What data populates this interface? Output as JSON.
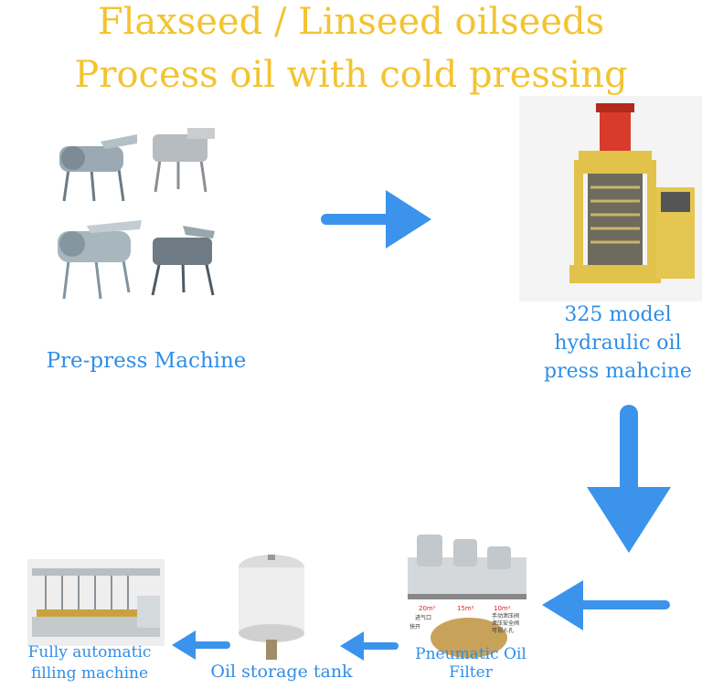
{
  "title_line1": "Flaxseed / Linseed  oilseeds",
  "title_line2": "Process oil with cold pressing",
  "steps": {
    "prepress": "Pre-press Machine",
    "hydraulic_l1": "325 model",
    "hydraulic_l2": "hydraulic oil",
    "hydraulic_l3": "press mahcine",
    "filter": "Pneumatic Oil Filter",
    "tank": "Oil storage tank",
    "filling_l1": "Fully automatic",
    "filling_l2": "filling machine"
  },
  "filter_photo": {
    "labels": [
      "20m²",
      "15m²",
      "10m²"
    ],
    "callouts": [
      "进气口",
      "快开",
      "手动泄压阀",
      "泄压安全阀",
      "可视人孔"
    ]
  },
  "colors": {
    "title": "#f3c431",
    "label": "#2f8ee8",
    "arrow": "#3b93ec"
  }
}
